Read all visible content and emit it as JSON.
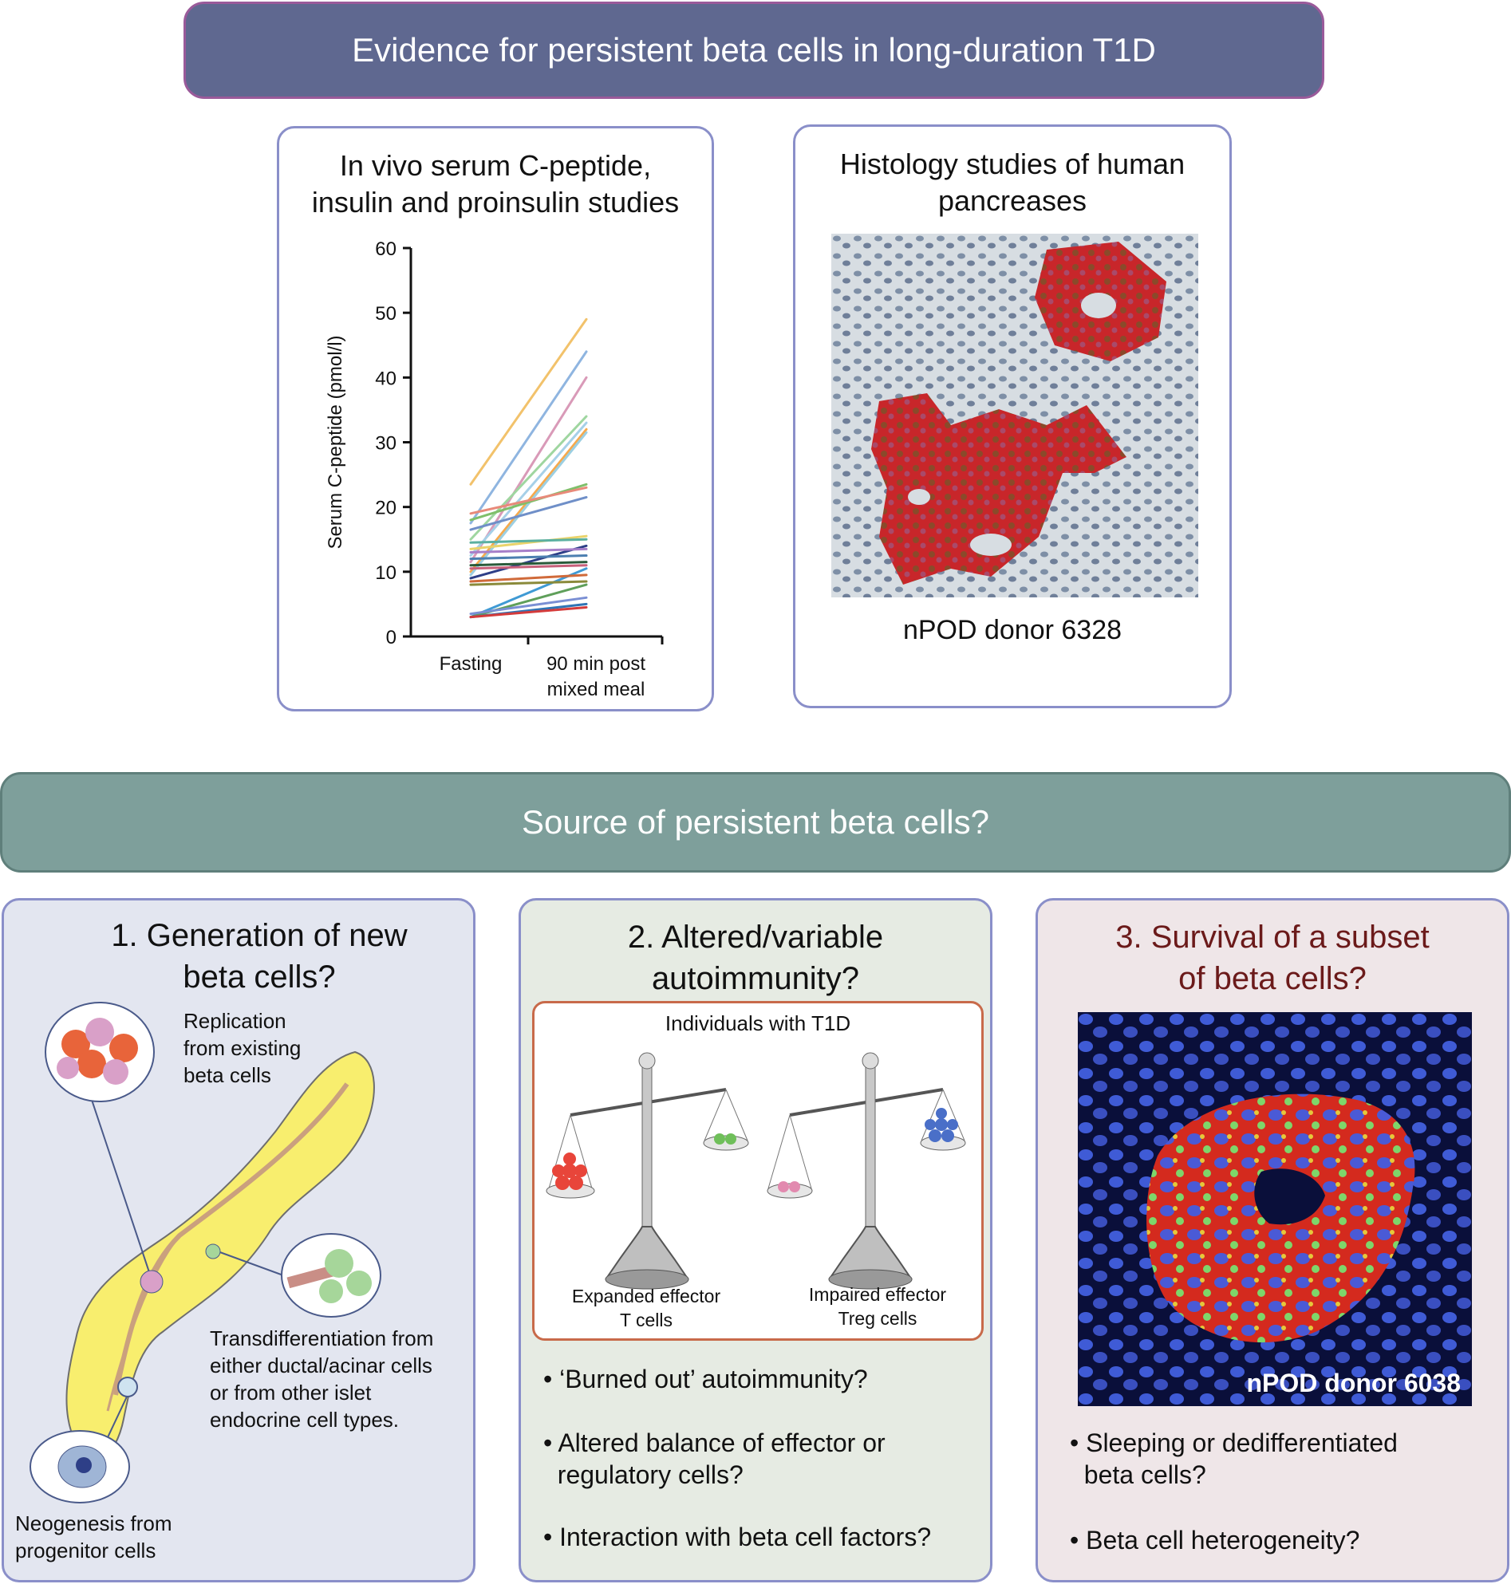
{
  "header": {
    "title": "Evidence for persistent beta cells in long-duration T1D"
  },
  "evidence": {
    "chart_panel": {
      "title_line1": "In vivo serum C-peptide,",
      "title_line2": "insulin and proinsulin studies"
    },
    "histology_panel": {
      "title_line1": "Histology studies of human",
      "title_line2": "pancreases",
      "caption": "nPOD donor 6328"
    }
  },
  "source_banner": {
    "title": "Source of persistent beta cells?"
  },
  "panel1": {
    "title_line1": "1. Generation of new",
    "title_line2": "beta cells?",
    "replication": [
      "Replication",
      "from existing",
      "beta cells"
    ],
    "transdiff": [
      "Transdifferentiation from",
      "either ductal/acinar cells",
      "or from other islet",
      "endocrine cell types."
    ],
    "neogenesis": [
      "Neogenesis from",
      "progenitor cells"
    ]
  },
  "panel2": {
    "title_line1": "2. Altered/variable",
    "title_line2": "autoimmunity?",
    "box_title": "Individuals with T1D",
    "scale_left": [
      "Expanded effector",
      "T cells"
    ],
    "scale_right": [
      "Impaired effector",
      "Treg cells"
    ],
    "bullets": [
      "‘Burned out’ autoimmunity?",
      "Altered balance of effector or",
      "regulatory cells?",
      "Interaction with beta cell factors?"
    ]
  },
  "panel3": {
    "title_line1": "3. Survival of a subset",
    "title_line2": "of beta cells?",
    "image_caption": "nPOD donor 6038",
    "bullets": [
      "Sleeping or dedifferentiated",
      "beta cells?",
      "Beta cell heterogeneity?"
    ]
  },
  "colors": {
    "header_banner": "#5f6890",
    "source_banner": "#7e9f9b",
    "panel1_bg": "#e3e6f0",
    "panel2_bg": "#e6ebe3",
    "panel3_bg": "#efe6e8",
    "panel3_title": "#6b1a1a"
  },
  "chart_data": {
    "type": "line",
    "title": "",
    "ylabel": "Serum C-peptide (pmol/l)",
    "xlabel": "",
    "categories": [
      "Fasting",
      "90 min post mixed meal"
    ],
    "ylim": [
      0,
      60
    ],
    "yticks": [
      0,
      10,
      20,
      30,
      40,
      50,
      60
    ],
    "series": [
      {
        "values": [
          23.5,
          49
        ],
        "color": "#f2c26b"
      },
      {
        "values": [
          17.5,
          44
        ],
        "color": "#8fb5e0"
      },
      {
        "values": [
          11.5,
          40
        ],
        "color": "#d99ab8"
      },
      {
        "values": [
          15,
          34
        ],
        "color": "#9fd6a0"
      },
      {
        "values": [
          12.5,
          33
        ],
        "color": "#a6d0e8"
      },
      {
        "values": [
          10,
          32
        ],
        "color": "#f6a94c"
      },
      {
        "values": [
          9.5,
          31.5
        ],
        "color": "#9ccfe2"
      },
      {
        "values": [
          18,
          23.5
        ],
        "color": "#7fbf6a"
      },
      {
        "values": [
          19,
          23
        ],
        "color": "#e88a7a"
      },
      {
        "values": [
          16.5,
          21.5
        ],
        "color": "#6f8fc8"
      },
      {
        "values": [
          13.5,
          15.5
        ],
        "color": "#e9d36a"
      },
      {
        "values": [
          14.5,
          15
        ],
        "color": "#5bb0a0"
      },
      {
        "values": [
          9,
          14
        ],
        "color": "#2e3f87"
      },
      {
        "values": [
          13,
          13.5
        ],
        "color": "#a67fc9"
      },
      {
        "values": [
          12,
          12.5
        ],
        "color": "#4c7fb0"
      },
      {
        "values": [
          11,
          11.5
        ],
        "color": "#2a5a3a"
      },
      {
        "values": [
          10.5,
          11
        ],
        "color": "#c7607a"
      },
      {
        "values": [
          3,
          10.5
        ],
        "color": "#3f9ad4"
      },
      {
        "values": [
          8.5,
          9.5
        ],
        "color": "#d06a3a"
      },
      {
        "values": [
          8,
          8.5
        ],
        "color": "#8a8a3a"
      },
      {
        "values": [
          3,
          8
        ],
        "color": "#5f9f5a"
      },
      {
        "values": [
          3.5,
          6
        ],
        "color": "#7a8fd4"
      },
      {
        "values": [
          3,
          5
        ],
        "color": "#2f74b5"
      },
      {
        "values": [
          3,
          4.5
        ],
        "color": "#d43b3b"
      }
    ]
  }
}
